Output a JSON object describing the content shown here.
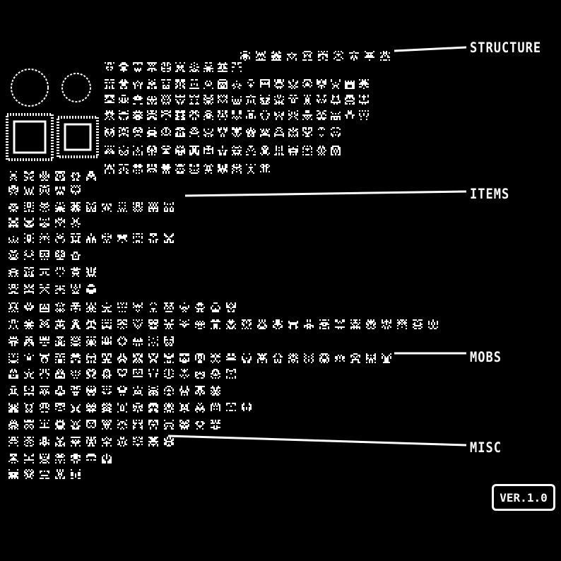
{
  "sections": [
    {
      "label": "STRUCTURE"
    },
    {
      "label": "ITEMS"
    },
    {
      "label": "MOBS"
    },
    {
      "label": "MISC"
    }
  ],
  "version_badge": "VER.1.0",
  "colors": {
    "background": "#000000",
    "foreground": "#ffffff"
  }
}
